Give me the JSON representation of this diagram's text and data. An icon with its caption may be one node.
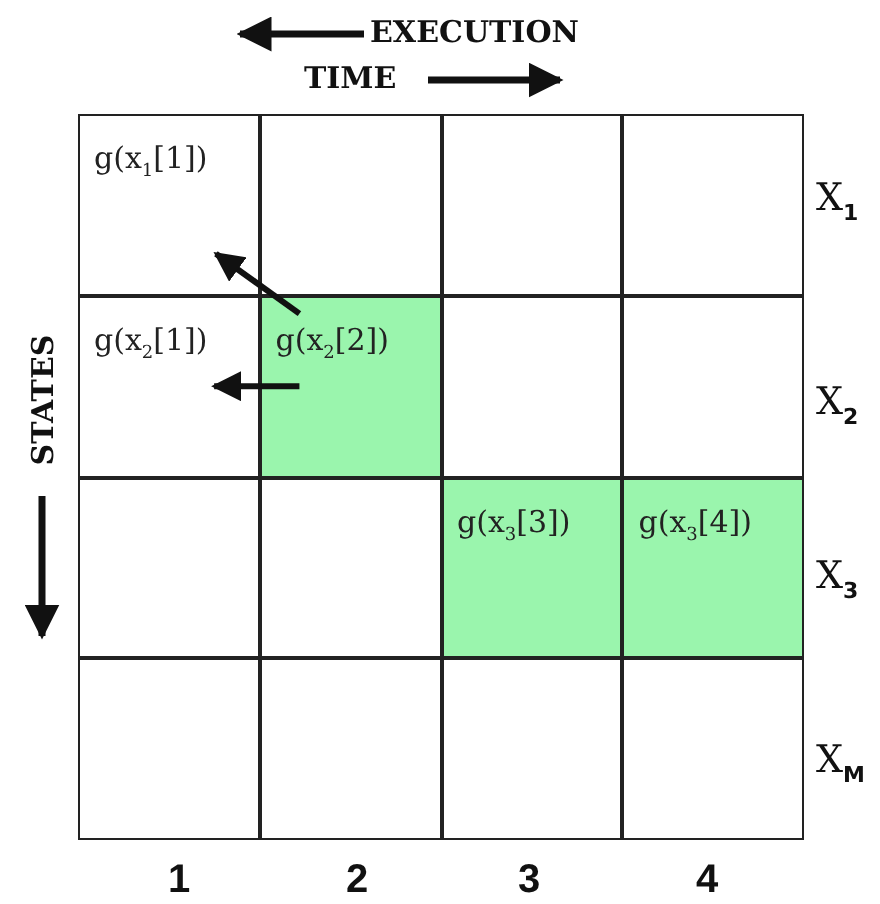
{
  "diagram": {
    "nodes": [
      {
        "text": [
          "g(x$_{1}$[1])"
        ]
      },
      {
        "text": [],
        "shape": "box"
      },
      {
        "text": [],
        "shape": "box"
      },
      {
        "text": [],
        "shape": "box"
      },
      {
        "text": [
          "g(x$_{2}$[1])"
        ]
      },
      {
        "text": [
          "g(x$_{2}$[2])"
        ]
      },
      {
        "text": [],
        "shape": "box"
      },
      {
        "text": [],
        "shape": "box"
      },
      {
        "text": [],
        "shape": "box"
      },
      {
        "text": [],
        "shape": "box"
      },
      {
        "text": [
          "g(x$_{3}$[3])"
        ]
      },
      {
        "text": [
          "g(x$_{3}$[4])"
        ]
      },
      {
        "text": [],
        "shape": "box"
      },
      {
        "text": [],
        "shape": "box"
      },
      {
        "text": [],
        "shape": "box"
      },
      {
        "text": [],
        "shape": "box"
      }
    ],
    "edges": [
      {
        "from": 5,
        "to": 0,
        "arrow": "to"
      },
      {
        "from": 5,
        "to": 4,
        "arrow": "to"
      }
    ],
    "labels": [
      "EXECUTION",
      "TIME",
      "STATES",
      "X$_{1}$",
      "X$_{2}$",
      "X$_{3}$",
      "X$_{M}$",
      "1",
      "2",
      "3",
      "4"
    ]
  }
}
